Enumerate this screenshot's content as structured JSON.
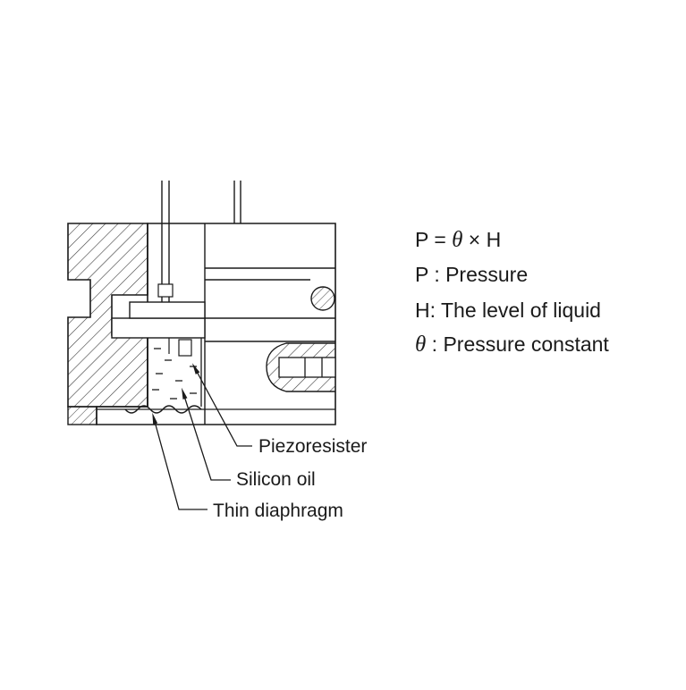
{
  "formula": {
    "equation_prefix": "P = ",
    "equation_symbol": "θ",
    "equation_suffix": " × H",
    "pressure_def": "P : Pressure",
    "level_def": "H: The level of liquid",
    "constant_symbol": "θ",
    "constant_def": " : Pressure constant"
  },
  "callouts": {
    "piezoresister": "Piezoresister",
    "silicon_oil": "Silicon oil",
    "thin_diaphragm": "Thin diaphragm"
  },
  "colors": {
    "line": "#1a1a1a",
    "hatch": "#3a3a3a",
    "background": "#ffffff"
  }
}
